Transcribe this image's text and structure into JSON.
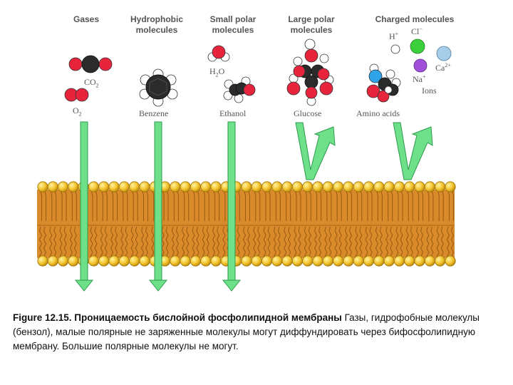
{
  "headers": {
    "gases": "Gases",
    "hydrophobic": "Hydrophobic\nmolecules",
    "small_polar": "Small polar\nmolecules",
    "large_polar": "Large polar\nmolecules",
    "charged": "Charged molecules"
  },
  "labels": {
    "co2": "CO",
    "co2_sub": "2",
    "o2": "O",
    "o2_sub": "2",
    "benzene": "Benzene",
    "h2o": "H",
    "h2o_sub": "2",
    "h2o_tail": "O",
    "ethanol": "Ethanol",
    "glucose": "Glucose",
    "amino_acids": "Amino acids",
    "h_ion": "H",
    "h_ion_sup": "+",
    "cl_ion": "Cl",
    "cl_ion_sup": "−",
    "na_ion": "Na",
    "na_ion_sup": "+",
    "ca_ion": "Ca",
    "ca_ion_sup": "2+",
    "ions": "Ions"
  },
  "caption": {
    "title": "Figure 12.15. Проницаемость бислойной фосфолипидной мембраны",
    "text": " Газы, гидрофобные молекулы (бензол), малые полярные не заряженные молекулы могут диффундировать через бифосфолипидную мембрану. Большие полярные молекулы не могут."
  },
  "colors": {
    "arrow": "#6ee08a",
    "arrow_stroke": "#2e9b4e",
    "lipid_head": "#f2c22b",
    "lipid_tail": "#d98a2a",
    "oxygen": "#e8243c",
    "carbon": "#2b2b2b",
    "hydrogen": "#ffffff",
    "nitrogen": "#2ea3e8",
    "na": "#a050d8",
    "ca": "#a8cde8"
  }
}
